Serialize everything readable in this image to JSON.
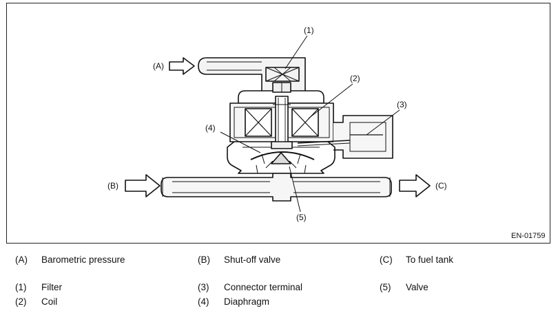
{
  "figure": {
    "callouts": {
      "A": "(A)",
      "B": "(B)",
      "C": "(C)",
      "n1": "(1)",
      "n2": "(2)",
      "n3": "(3)",
      "n4": "(4)",
      "n5": "(5)"
    },
    "figure_code": "EN-01759"
  },
  "legend": {
    "letters": [
      {
        "code": "(A)",
        "text": "Barometric pressure"
      },
      {
        "code": "(B)",
        "text": "Shut-off valve"
      },
      {
        "code": "(C)",
        "text": "To fuel tank"
      }
    ],
    "numbers": [
      {
        "code": "(1)",
        "text": "Filter"
      },
      {
        "code": "(2)",
        "text": "Coil"
      },
      {
        "code": "(3)",
        "text": "Connector terminal"
      },
      {
        "code": "(4)",
        "text": "Diaphragm"
      },
      {
        "code": "(5)",
        "text": "Valve"
      }
    ]
  }
}
